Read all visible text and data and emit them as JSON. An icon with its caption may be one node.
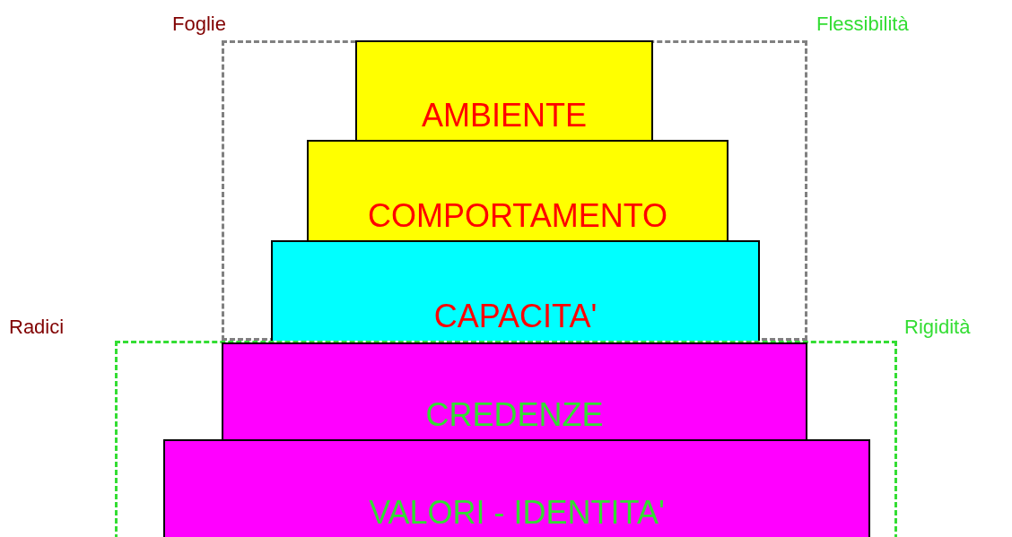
{
  "diagram": {
    "nodes": [
      {
        "text": [
          "Foglie",
          "Flessibilità"
        ]
      },
      {
        "text": [
          "AMBIENTE"
        ],
        "in": 0
      },
      {
        "text": [
          "COMPORTAMENTO"
        ],
        "in": 0
      },
      {
        "text": [
          "CAPACITA'"
        ],
        "in": 0
      },
      {
        "text": [
          "Radici",
          "Rigidità"
        ]
      },
      {
        "text": [
          "CREDENZE"
        ],
        "in": 4
      },
      {
        "text": [
          "VALORI - IDENTITA'"
        ],
        "in": 4
      }
    ]
  }
}
